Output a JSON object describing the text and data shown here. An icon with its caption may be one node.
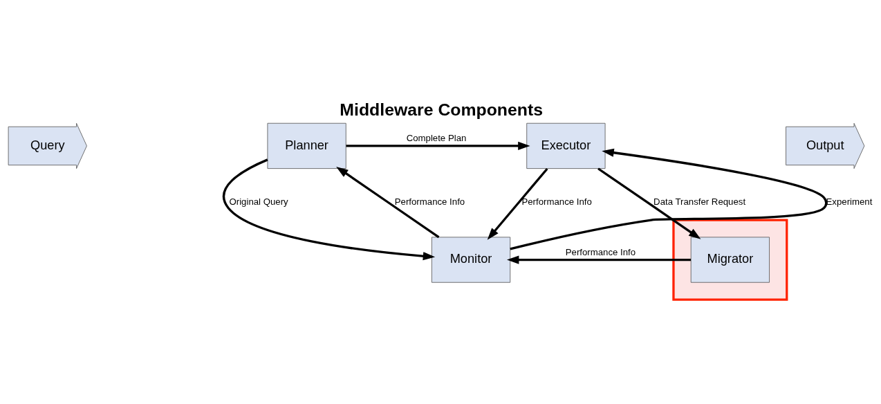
{
  "diagram": {
    "title": "Middleware Components",
    "nodes": [
      {
        "text": [
          "Query"
        ]
      },
      {
        "text": [
          "Planner"
        ]
      },
      {
        "text": [
          "Executor"
        ]
      },
      {
        "text": [
          "Output"
        ]
      },
      {
        "text": [
          "Monitor"
        ]
      },
      {
        "text": [],
        "shape": "box"
      },
      {
        "text": [
          "Migrator"
        ],
        "in": 5
      }
    ],
    "edges": [
      {
        "from": 1,
        "to": 2,
        "arrow": "to",
        "label": "Complete Plan"
      },
      {
        "from": 1,
        "to": 4,
        "arrow": "to",
        "label": "Original Query"
      },
      {
        "from": 4,
        "to": 1,
        "arrow": "to",
        "label": "Performance Info"
      },
      {
        "from": 2,
        "to": 4,
        "arrow": "to",
        "label": "Performance Info"
      },
      {
        "from": 4,
        "to": 2,
        "arrow": "to",
        "label": "Experiment"
      },
      {
        "from": 2,
        "to": 6,
        "arrow": "to",
        "label": "Data Transfer Request"
      },
      {
        "from": 6,
        "to": 4,
        "arrow": "to",
        "label": "Performance Info"
      }
    ]
  }
}
